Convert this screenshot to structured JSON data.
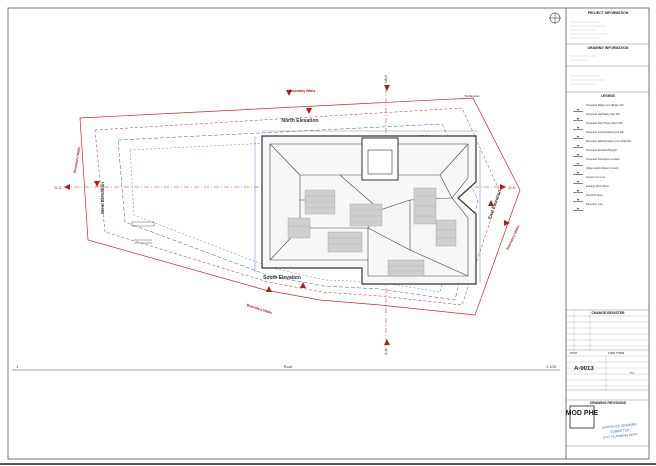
{
  "drawing": {
    "scale": "1:100",
    "sheet_left_number": "1",
    "view_title": "Roof"
  },
  "labels": {
    "north_elevation": "North Elevation",
    "south_elevation": "South Elevation",
    "east_elevation": "East Elevation",
    "west_elevation": "West Elevation",
    "boundary_wall_top": "Boundary Walls",
    "boundary_wall_left": "Boundary Walls",
    "boundary_wall_right": "Boundary Walls",
    "boundary_wall_bottom": "Boundary Walls",
    "section_aa_top": "A-A",
    "section_aa_bottom": "A-A",
    "section_dd_left": "D-D",
    "section_dd_right": "D-D",
    "tie_label": "Tile Elevation"
  },
  "title_block": {
    "project_info_header": "PROJECT INFORMATION",
    "drawing_info_header": "DRAWING INFORMATION",
    "legend_header": "LEGEND",
    "revisions_header": "CHANGE REGISTER",
    "issue_header": "DRAWING REVISIONS",
    "drawing_number": "A-0013",
    "drawing_title": "Roof",
    "drawing_type": "Floor Plans",
    "page": "P1"
  },
  "legend_items": [
    "Proposed Ridge Line (Ridge 3D)",
    "Proposed Hip/Valley (Hip 3D)",
    "Proposed Roof Slope (Roof 3D)",
    "Proposed Gutter/Fascia (Gut 3D)",
    "Boundary Wall Elevation Line (Wall 3D)",
    "Proposed Window/Skylight",
    "Proposed Downpipe Location",
    "Ridge Height Marker (Level)",
    "Section Cut Line",
    "Existing Roof Sheet",
    "Roof Tile Area",
    "Boundary Line"
  ],
  "stamp": {
    "company_logo_text": "MOD PHE",
    "approval_line_1": "APPROVED DRAWING",
    "approval_line_2": "SUBMITTED",
    "approval_line_3": "CITY PLANNING DEPT"
  },
  "colors": {
    "boundary": "#c92a2a",
    "wall_blue": "#2f5fb3",
    "roof_dark": "#333333",
    "marker_red": "#b01e1e"
  },
  "icons": {
    "north_arrow": "crosshair-compass-icon"
  }
}
